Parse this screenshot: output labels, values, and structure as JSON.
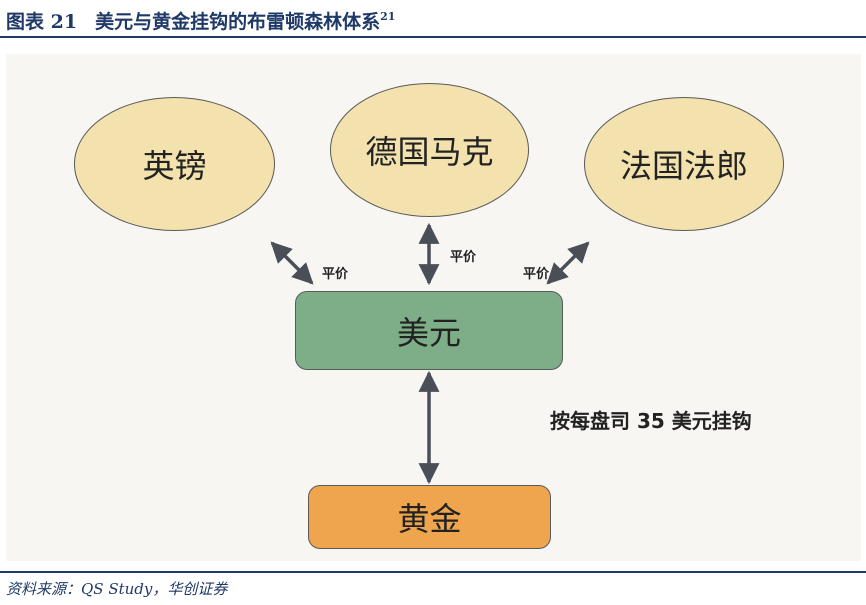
{
  "figure": {
    "label": "图表 21",
    "title": "美元与黄金挂钩的布雷顿森林体系",
    "footnote_mark": "21"
  },
  "diagram": {
    "currencies": {
      "gbp": "英镑",
      "dem": "德国马克",
      "frf": "法国法郎"
    },
    "dollar": "美元",
    "gold": "黄金",
    "parity_label": "平价",
    "peg_label": "按每盘司 35 美元挂钩"
  },
  "colors": {
    "currency_fill": "#f3e2ad",
    "dollar_fill": "#7eae88",
    "gold_fill": "#eea54d",
    "arrow": "#4a4f57",
    "rule": "#1f3a68"
  },
  "source": "资料来源：QS Study，华创证券"
}
